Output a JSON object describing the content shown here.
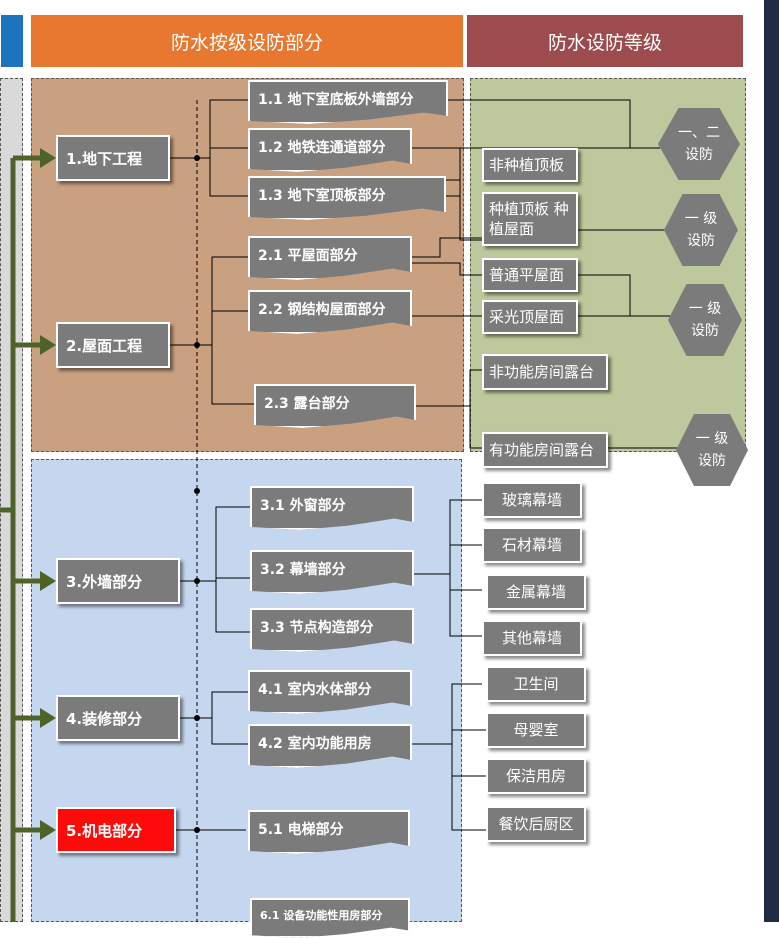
{
  "colors": {
    "header_orange": "#e8772f",
    "header_maroon": "#9c4b4f",
    "header_blue": "#1e73be",
    "panel_brown": "#c9a080",
    "panel_green": "#bdc99c",
    "panel_blue": "#c5d6ef",
    "box_gray": "#7b7b7b",
    "highlight_red": "#ff0a0a",
    "arrow_green": "#4f6228"
  },
  "headers": {
    "scope": "防水按级设防部分",
    "grade": "防水设防等级"
  },
  "categories": [
    "1.地下工程",
    "2.屋面工程",
    "3.外墙部分",
    "4.装修部分",
    "5.机电部分"
  ],
  "parts": [
    "1.1 地下室底板外墙部分",
    "1.2 地铁连通道部分",
    "1.3 地下室顶板部分",
    "2.1 平屋面部分",
    "2.2 钢结构屋面部分",
    "2.3 露台部分",
    "3.1 外窗部分",
    "3.2 幕墙部分",
    "3.3 节点构造部分",
    "4.1  室内水体部分",
    "4.2 室内功能用房",
    "5.1  电梯部分",
    "6.1 设备功能性用房部分"
  ],
  "items": [
    "非种植顶板",
    "种植顶板 种植屋面",
    "普通平屋面",
    "采光顶屋面",
    "非功能房间露台",
    "有功能房间露台",
    "玻璃幕墙",
    "石材幕墙",
    "金属幕墙",
    "其他幕墙",
    "卫生间",
    "母婴室",
    "保洁用房",
    "餐饮后厨区"
  ],
  "grades": [
    "一、二 设防",
    "一 级 设防",
    "一 级 设防",
    "一 级 设防"
  ]
}
